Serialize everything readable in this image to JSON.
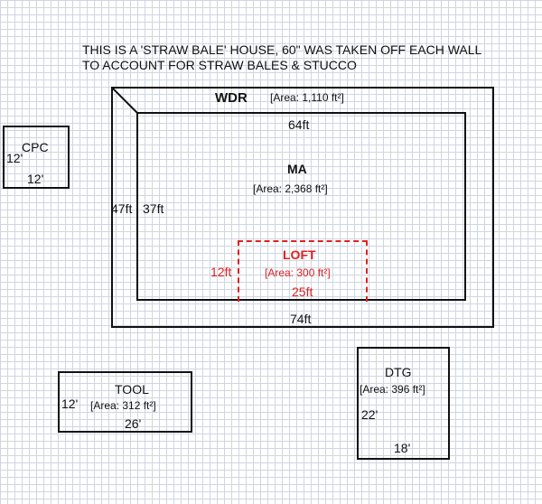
{
  "note": {
    "line1": "THIS IS A 'STRAW BALE' HOUSE, 60\" WAS TAKEN OFF EACH WALL",
    "line2": "TO ACCOUNT FOR STRAW BALES & STUCCO"
  },
  "wdr": {
    "name": "WDR",
    "area": "[Area: 1,110 ft²]",
    "width": "74ft",
    "height": "47ft"
  },
  "ma": {
    "name": "MA",
    "area": "[Area: 2,368 ft²]",
    "width": "64ft",
    "height": "37ft"
  },
  "loft": {
    "name": "LOFT",
    "area": "[Area: 300 ft²]",
    "width": "25ft",
    "height": "12ft",
    "color": "#e02020"
  },
  "cpc": {
    "name": "CPC",
    "width": "12'",
    "height": "12'"
  },
  "tool": {
    "name": "TOOL",
    "area": "[Area: 312 ft²]",
    "width": "26'",
    "height": "12'"
  },
  "dtg": {
    "name": "DTG",
    "area": "[Area: 396 ft²]",
    "width": "18'",
    "height": "22'"
  }
}
